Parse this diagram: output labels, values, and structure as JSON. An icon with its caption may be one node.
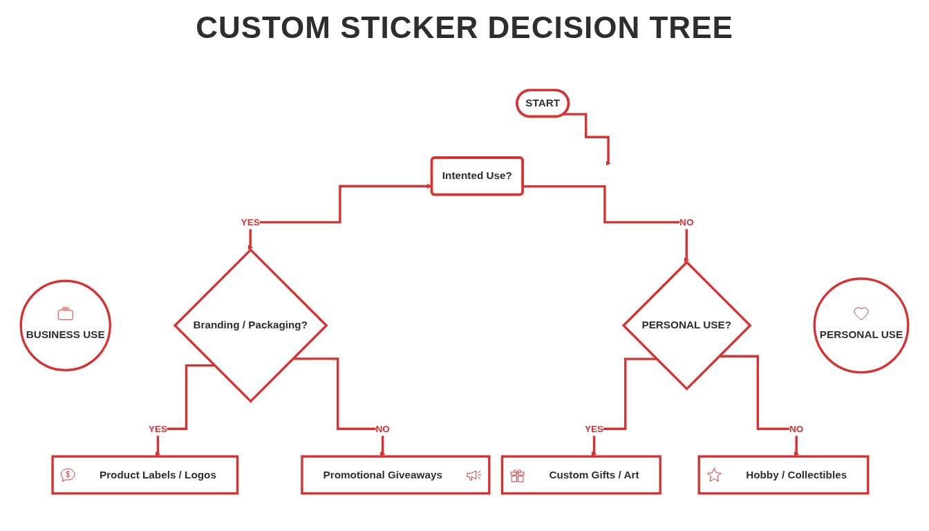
{
  "diagram": {
    "title": "CUSTOM STICKER DECISION TREE",
    "nodes": [
      {
        "text": [
          "START"
        ]
      },
      {
        "text": [
          "Intented Use?"
        ]
      },
      {
        "text": [
          "BUSINESS USE"
        ]
      },
      {
        "text": [
          "PERSONAL USE"
        ]
      },
      {
        "text": [
          "Branding / Packaging?"
        ]
      },
      {
        "text": [
          "PERSONAL USE?"
        ]
      },
      {
        "text": [
          "Product Labels / Logos"
        ]
      },
      {
        "text": [
          "Promotional Giveaways"
        ]
      },
      {
        "text": [
          "Custom Gifts / Art"
        ]
      },
      {
        "text": [
          "Hobby / Collectibles"
        ]
      }
    ],
    "edges": [
      {
        "from": 0,
        "to": null,
        "arrow": "to"
      },
      {
        "from": 1,
        "to": 4,
        "arrow": "both",
        "label": "YES"
      },
      {
        "from": 1,
        "to": 5,
        "arrow": "to",
        "label": "NO"
      },
      {
        "from": 4,
        "to": 6,
        "arrow": "to",
        "label": "YES"
      },
      {
        "from": 4,
        "to": 7,
        "arrow": "to",
        "label": "NO"
      },
      {
        "from": 5,
        "to": 8,
        "arrow": "to",
        "label": "YES"
      },
      {
        "from": 5,
        "to": 9,
        "arrow": "to",
        "label": "NO"
      }
    ]
  }
}
